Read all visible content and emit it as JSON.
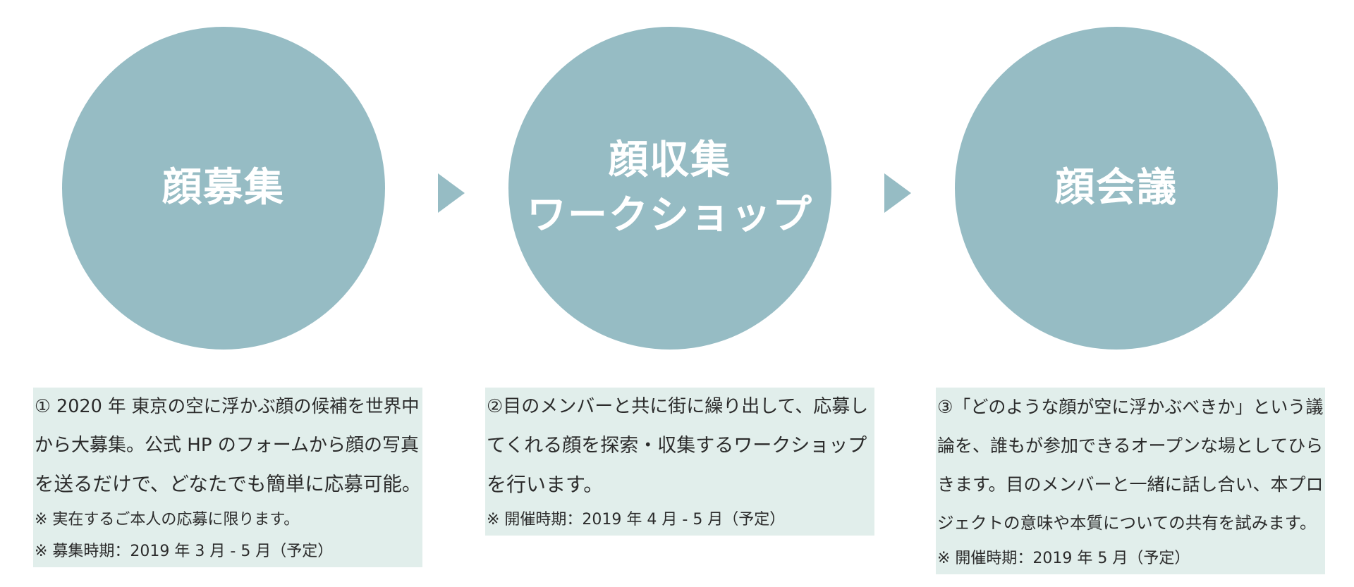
{
  "steps": [
    {
      "title": "顔募集",
      "lines": [
        "① 2020 年 東京の空に浮かぶ顔の候補を世界中",
        "から大募集。公式 HP のフォームから顔の写真",
        "を送るだけで、どなたでも簡単に応募可能。"
      ],
      "notes": [
        "※ 実在するご本人の応募に限ります。",
        "※ 募集時期：2019 年 3 月 - 5 月（予定）"
      ]
    },
    {
      "title": "顔収集\nワークショップ",
      "lines": [
        "②目のメンバーと共に街に繰り出して、応募し",
        "てくれる顔を探索・収集するワークショップ",
        "を行います。"
      ],
      "notes": [
        "※ 開催時期：2019 年 4 月 - 5 月（予定）"
      ]
    },
    {
      "title": "顔会議",
      "lines": [
        "③「どのような顔が空に浮かぶべきか」という議",
        "論を、誰もが参加できるオープンな場としてひら",
        "きます。目のメンバーと一緒に話し合い、本プロ",
        "ジェクトの意味や本質についての共有を試みます。"
      ],
      "notes": [
        "※ 開催時期：2019 年 5 月（予定）"
      ]
    }
  ],
  "colors": {
    "circle": "#96bcc4",
    "arrow": "#96bcc4",
    "desc_background": "#e1eeeb",
    "circle_text": "#ffffff",
    "body_text": "#2b2b2b"
  }
}
